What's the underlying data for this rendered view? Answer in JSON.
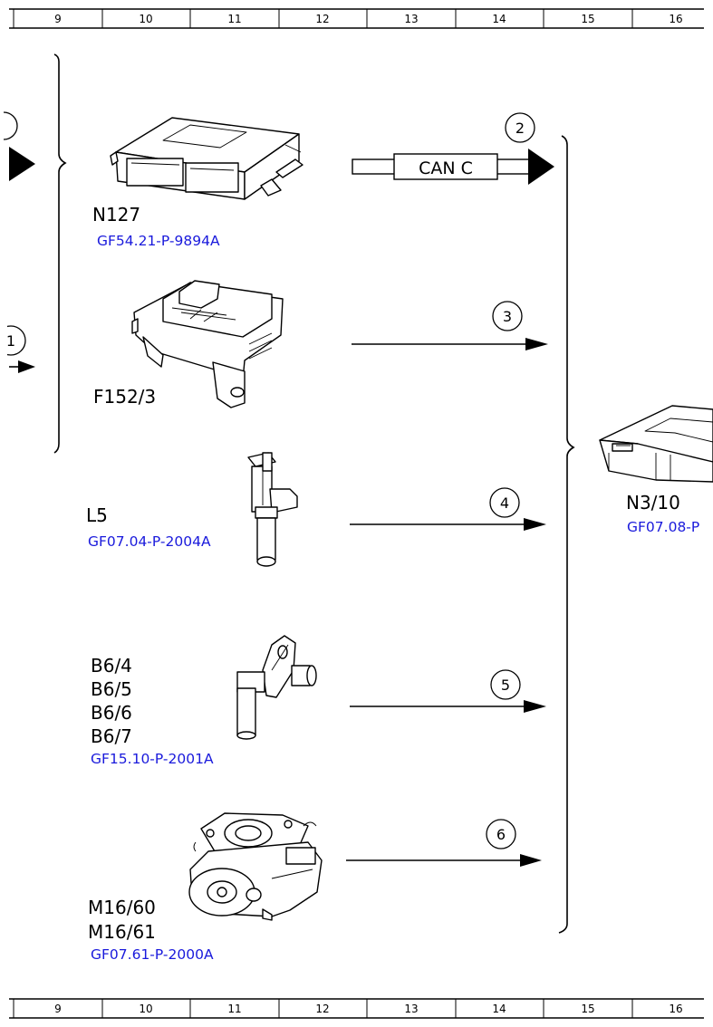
{
  "ruler": {
    "top_numbers": [
      "9",
      "10",
      "11",
      "12",
      "13",
      "14",
      "15",
      "16"
    ],
    "bottom_numbers": [
      "9",
      "10",
      "11",
      "12",
      "13",
      "14",
      "15",
      "16"
    ]
  },
  "components": {
    "n127": {
      "label": "N127",
      "reference": "GF54.21-P-9894A"
    },
    "f152_3": {
      "label": "F152/3"
    },
    "l5": {
      "label": "L5",
      "reference": "GF07.04-P-2004A"
    },
    "b6": {
      "labels": [
        "B6/4",
        "B6/5",
        "B6/6",
        "B6/7"
      ],
      "reference": "GF15.10-P-2001A"
    },
    "m16": {
      "labels": [
        "M16/60",
        "M16/61"
      ],
      "reference": "GF07.61-P-2000A"
    },
    "n3_10": {
      "label": "N3/10",
      "reference": "GF07.08-P"
    }
  },
  "connections": {
    "can_bus_label": "CAN C",
    "markers": [
      "2",
      "3",
      "4",
      "5",
      "6"
    ],
    "left_markers": [
      "1"
    ]
  }
}
